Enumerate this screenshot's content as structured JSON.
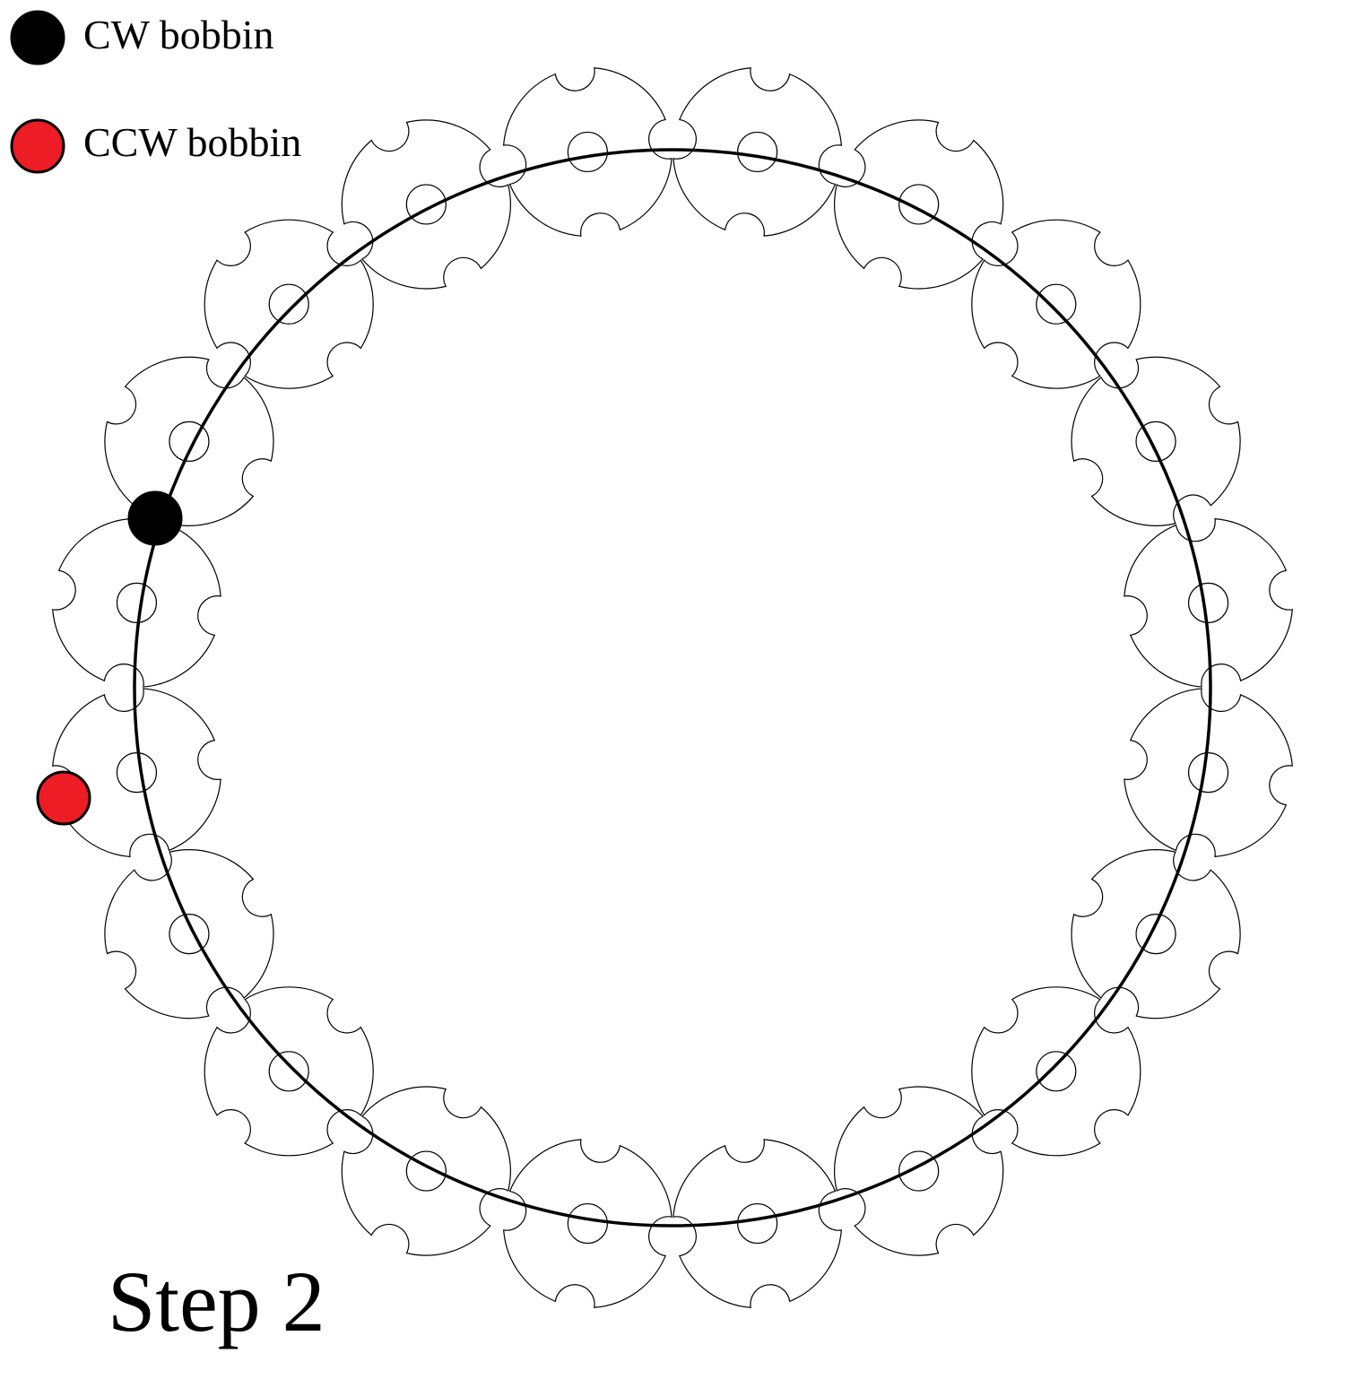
{
  "legend": {
    "cw": {
      "label": "CW bobbin",
      "color": "#000000"
    },
    "ccw": {
      "label": "CCW bobbin",
      "color": "#ee1c25"
    }
  },
  "step_label": "Step 2",
  "gear_count": 20,
  "bobbins": [
    {
      "type": "cw",
      "color": "#000000"
    },
    {
      "type": "ccw",
      "color": "#ee1c25"
    }
  ]
}
